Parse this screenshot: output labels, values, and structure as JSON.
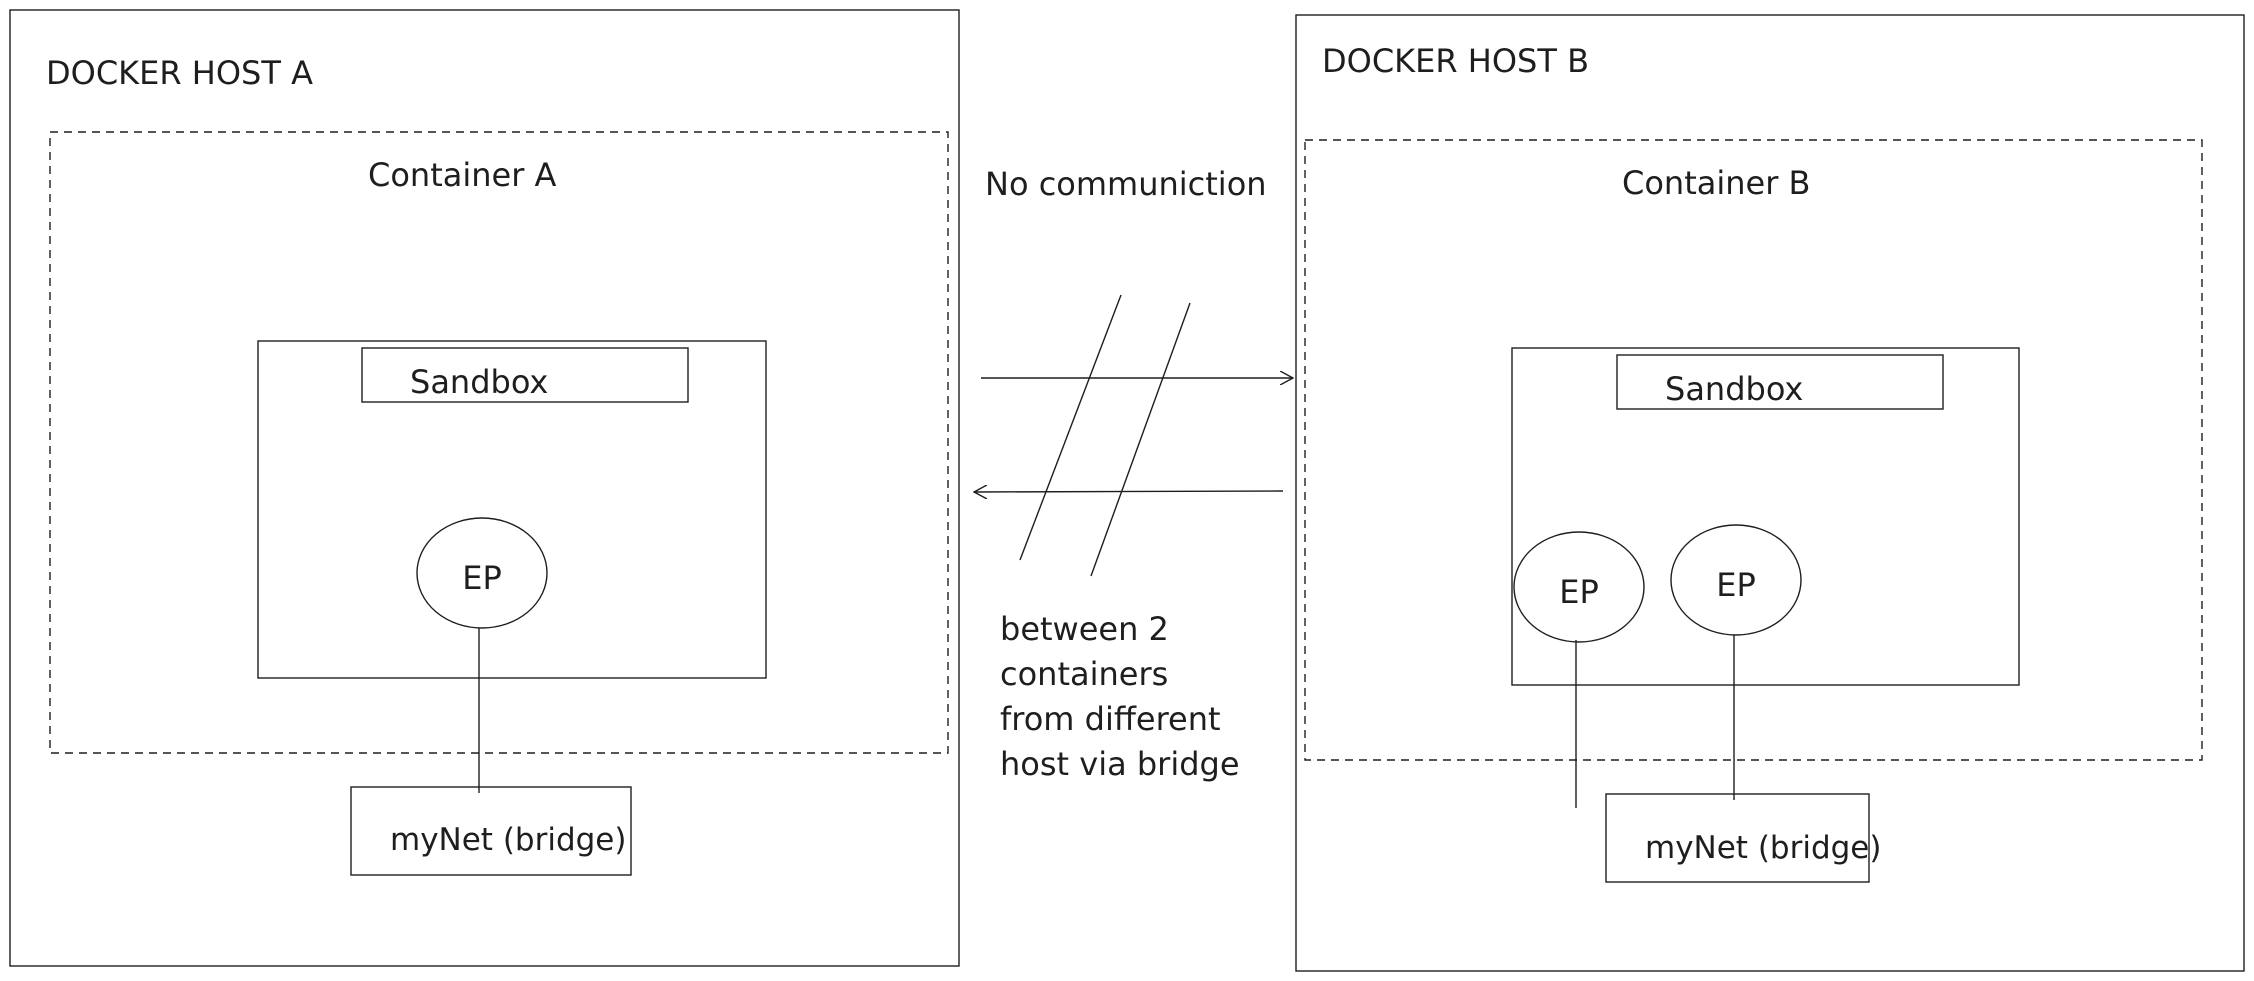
{
  "host_a": {
    "title": "DOCKER HOST A",
    "container_label": "Container A",
    "sandbox_label": "Sandbox",
    "endpoints": [
      "EP"
    ],
    "network_label": "myNet (bridge)"
  },
  "host_b": {
    "title": "DOCKER HOST B",
    "container_label": "Container B",
    "sandbox_label": "Sandbox",
    "endpoints": [
      "EP",
      "EP"
    ],
    "network_label": "myNet (bridge)"
  },
  "middle": {
    "heading": "No communiction",
    "caption_lines": [
      "between 2",
      "containers",
      "from different",
      "host via bridge"
    ]
  }
}
